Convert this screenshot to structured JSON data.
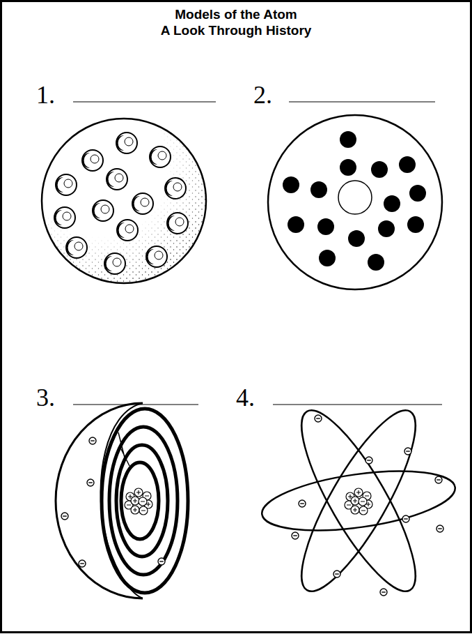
{
  "diagram": {
    "title": "Models of the Atom",
    "labels": [
      "A Look Through History",
      "1.",
      "2.",
      "3.",
      "4."
    ]
  }
}
